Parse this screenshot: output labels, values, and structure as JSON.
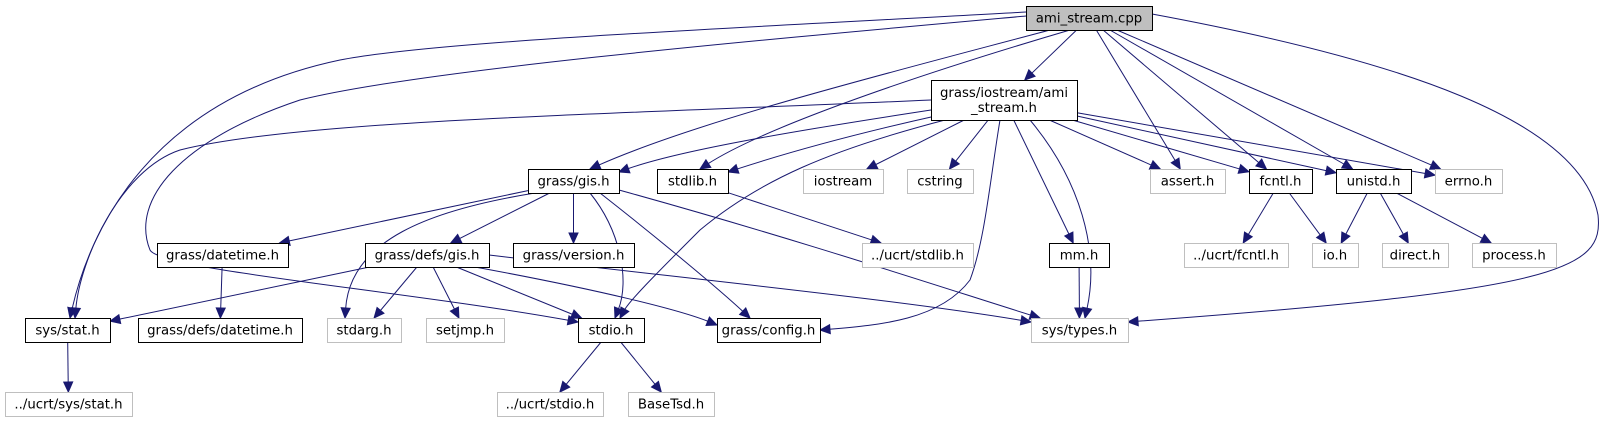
{
  "title": "ami_stream.cpp include dependency graph",
  "colors": {
    "edge": "#191970",
    "root_fill": "#bfbfbf",
    "known_border": "#000000",
    "missing_border": "#bfbfbf"
  },
  "nodes": [
    {
      "id": "ami_stream_cpp",
      "label": [
        "ami_stream.cpp"
      ],
      "kind": "root"
    },
    {
      "id": "ami_stream_h",
      "label": [
        "grass/iostream/ami",
        "_stream.h"
      ],
      "kind": "known"
    },
    {
      "id": "gis_h",
      "label": [
        "grass/gis.h"
      ],
      "kind": "known"
    },
    {
      "id": "stdlib_h",
      "label": [
        "stdlib.h"
      ],
      "kind": "known"
    },
    {
      "id": "iostream",
      "label": [
        "iostream"
      ],
      "kind": "missing"
    },
    {
      "id": "cstring",
      "label": [
        "cstring"
      ],
      "kind": "missing"
    },
    {
      "id": "assert_h",
      "label": [
        "assert.h"
      ],
      "kind": "missing"
    },
    {
      "id": "fcntl_h",
      "label": [
        "fcntl.h"
      ],
      "kind": "known"
    },
    {
      "id": "unistd_h",
      "label": [
        "unistd.h"
      ],
      "kind": "known"
    },
    {
      "id": "errno_h",
      "label": [
        "errno.h"
      ],
      "kind": "missing"
    },
    {
      "id": "datetime_h",
      "label": [
        "grass/datetime.h"
      ],
      "kind": "known"
    },
    {
      "id": "defs_gis_h",
      "label": [
        "grass/defs/gis.h"
      ],
      "kind": "known"
    },
    {
      "id": "version_h",
      "label": [
        "grass/version.h"
      ],
      "kind": "known"
    },
    {
      "id": "ucrt_stdlib_h",
      "label": [
        "../ucrt/stdlib.h"
      ],
      "kind": "missing"
    },
    {
      "id": "mm_h",
      "label": [
        "mm.h"
      ],
      "kind": "known"
    },
    {
      "id": "ucrt_fcntl_h",
      "label": [
        "../ucrt/fcntl.h"
      ],
      "kind": "missing"
    },
    {
      "id": "io_h",
      "label": [
        "io.h"
      ],
      "kind": "missing"
    },
    {
      "id": "direct_h",
      "label": [
        "direct.h"
      ],
      "kind": "missing"
    },
    {
      "id": "process_h",
      "label": [
        "process.h"
      ],
      "kind": "missing"
    },
    {
      "id": "sys_stat_h",
      "label": [
        "sys/stat.h"
      ],
      "kind": "known"
    },
    {
      "id": "defs_datetime_h",
      "label": [
        "grass/defs/datetime.h"
      ],
      "kind": "known"
    },
    {
      "id": "stdarg_h",
      "label": [
        "stdarg.h"
      ],
      "kind": "missing"
    },
    {
      "id": "setjmp_h",
      "label": [
        "setjmp.h"
      ],
      "kind": "missing"
    },
    {
      "id": "stdio_h",
      "label": [
        "stdio.h"
      ],
      "kind": "known"
    },
    {
      "id": "config_h",
      "label": [
        "grass/config.h"
      ],
      "kind": "known"
    },
    {
      "id": "sys_types_h",
      "label": [
        "sys/types.h"
      ],
      "kind": "missing"
    },
    {
      "id": "ucrt_sys_stat_h",
      "label": [
        "../ucrt/sys/stat.h"
      ],
      "kind": "missing"
    },
    {
      "id": "ucrt_stdio_h",
      "label": [
        "../ucrt/stdio.h"
      ],
      "kind": "missing"
    },
    {
      "id": "basetsd_h",
      "label": [
        "BaseTsd.h"
      ],
      "kind": "missing"
    }
  ],
  "edges": [
    [
      "ami_stream_cpp",
      "ami_stream_h"
    ],
    [
      "ami_stream_cpp",
      "gis_h"
    ],
    [
      "ami_stream_cpp",
      "stdlib_h"
    ],
    [
      "ami_stream_cpp",
      "assert_h"
    ],
    [
      "ami_stream_cpp",
      "fcntl_h"
    ],
    [
      "ami_stream_cpp",
      "unistd_h"
    ],
    [
      "ami_stream_cpp",
      "errno_h"
    ],
    [
      "ami_stream_cpp",
      "sys_stat_h"
    ],
    [
      "ami_stream_cpp",
      "stdio_h"
    ],
    [
      "ami_stream_cpp",
      "sys_types_h"
    ],
    [
      "ami_stream_h",
      "gis_h"
    ],
    [
      "ami_stream_h",
      "stdlib_h"
    ],
    [
      "ami_stream_h",
      "iostream"
    ],
    [
      "ami_stream_h",
      "cstring"
    ],
    [
      "ami_stream_h",
      "assert_h"
    ],
    [
      "ami_stream_h",
      "fcntl_h"
    ],
    [
      "ami_stream_h",
      "unistd_h"
    ],
    [
      "ami_stream_h",
      "errno_h"
    ],
    [
      "ami_stream_h",
      "mm_h"
    ],
    [
      "ami_stream_h",
      "sys_types_h"
    ],
    [
      "ami_stream_h",
      "stdio_h"
    ],
    [
      "ami_stream_h",
      "config_h"
    ],
    [
      "ami_stream_h",
      "sys_stat_h"
    ],
    [
      "gis_h",
      "datetime_h"
    ],
    [
      "gis_h",
      "defs_gis_h"
    ],
    [
      "gis_h",
      "version_h"
    ],
    [
      "gis_h",
      "stdarg_h"
    ],
    [
      "gis_h",
      "stdio_h"
    ],
    [
      "gis_h",
      "config_h"
    ],
    [
      "gis_h",
      "sys_types_h"
    ],
    [
      "stdlib_h",
      "ucrt_stdlib_h"
    ],
    [
      "fcntl_h",
      "ucrt_fcntl_h"
    ],
    [
      "fcntl_h",
      "io_h"
    ],
    [
      "unistd_h",
      "io_h"
    ],
    [
      "unistd_h",
      "direct_h"
    ],
    [
      "unistd_h",
      "process_h"
    ],
    [
      "datetime_h",
      "defs_datetime_h"
    ],
    [
      "defs_gis_h",
      "sys_stat_h"
    ],
    [
      "defs_gis_h",
      "stdarg_h"
    ],
    [
      "defs_gis_h",
      "setjmp_h"
    ],
    [
      "defs_gis_h",
      "stdio_h"
    ],
    [
      "defs_gis_h",
      "config_h"
    ],
    [
      "defs_gis_h",
      "sys_types_h"
    ],
    [
      "mm_h",
      "sys_types_h"
    ],
    [
      "sys_stat_h",
      "ucrt_sys_stat_h"
    ],
    [
      "stdio_h",
      "ucrt_stdio_h"
    ],
    [
      "stdio_h",
      "basetsd_h"
    ]
  ]
}
